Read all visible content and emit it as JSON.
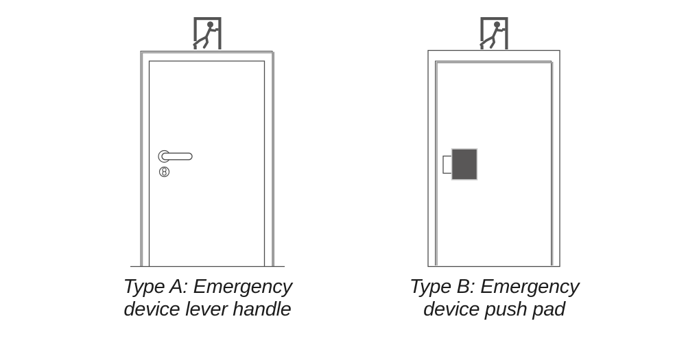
{
  "canvas": {
    "background": "#ffffff"
  },
  "colors": {
    "canvas_bg": "#ffffff",
    "line_dark": "#4b4b4b",
    "line_gray": "#9d9d9d",
    "pictogram": "#545454",
    "pad_fill": "#595757",
    "pad_border": "#cbcbcb",
    "text": "#1d1d1d"
  },
  "figures": [
    {
      "id": "type-a",
      "icon": "running-man-exit-icon",
      "hardware_icons": [
        "lever-handle-icon",
        "keyhole-cylinder-icon"
      ],
      "caption_line1": "Type A: Emergency",
      "caption_line2": "device lever handle"
    },
    {
      "id": "type-b",
      "icon": "running-man-exit-icon",
      "hardware_icons": [
        "push-pad-icon"
      ],
      "caption_line1": "Type B: Emergency",
      "caption_line2": "device push pad"
    }
  ]
}
